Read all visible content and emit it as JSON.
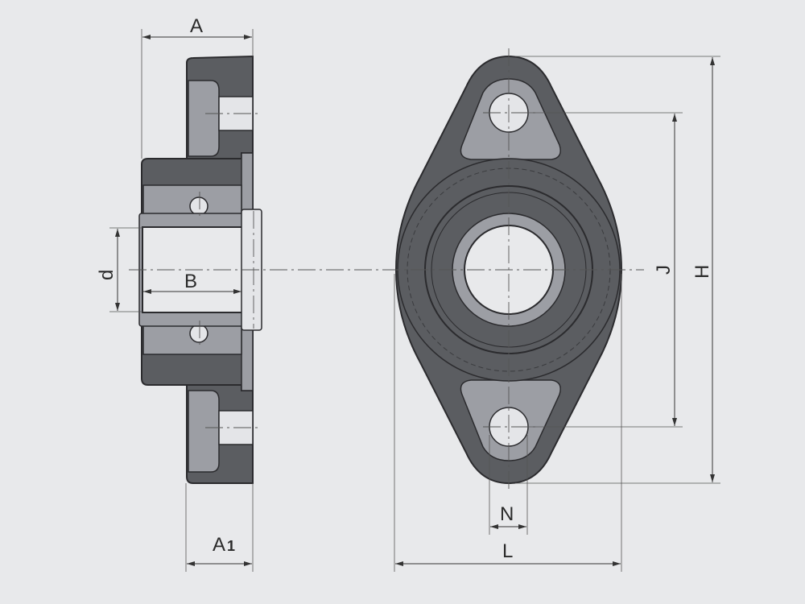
{
  "drawing": {
    "title_hidden": "",
    "colors": {
      "background": "#e8e9eb",
      "dark": "#5b5d61",
      "mid": "#9c9ea4",
      "light": "#e4e5e8",
      "outline": "#2b2b2e"
    },
    "dimensions": {
      "A": "A",
      "A1_main": "A",
      "A1_sub": "1",
      "d": "d",
      "B": "B",
      "J": "J",
      "H": "H",
      "N": "N",
      "L": "L"
    }
  }
}
